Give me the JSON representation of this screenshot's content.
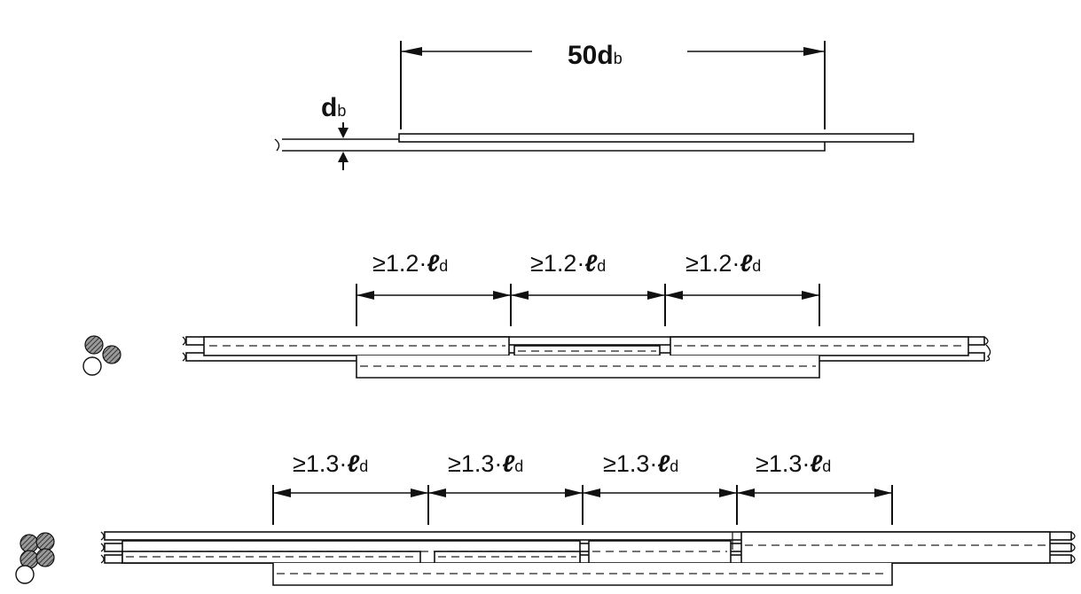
{
  "figure1": {
    "length_label_main": "50d",
    "length_label_sub": "b",
    "diameter_label_main": "d",
    "diameter_label_sub": "b"
  },
  "figure2": {
    "labels": [
      {
        "prefix": "≥1.2·",
        "ell": "ℓ",
        "sub": "d"
      },
      {
        "prefix": "≥1.2·",
        "ell": "ℓ",
        "sub": "d"
      },
      {
        "prefix": "≥1.2·",
        "ell": "ℓ",
        "sub": "d"
      }
    ]
  },
  "figure3": {
    "labels": [
      {
        "prefix": "≥1.3·",
        "ell": "ℓ",
        "sub": "d"
      },
      {
        "prefix": "≥1.3·",
        "ell": "ℓ",
        "sub": "d"
      },
      {
        "prefix": "≥1.3·",
        "ell": "ℓ",
        "sub": "d"
      },
      {
        "prefix": "≥1.3·",
        "ell": "ℓ",
        "sub": "d"
      }
    ]
  }
}
